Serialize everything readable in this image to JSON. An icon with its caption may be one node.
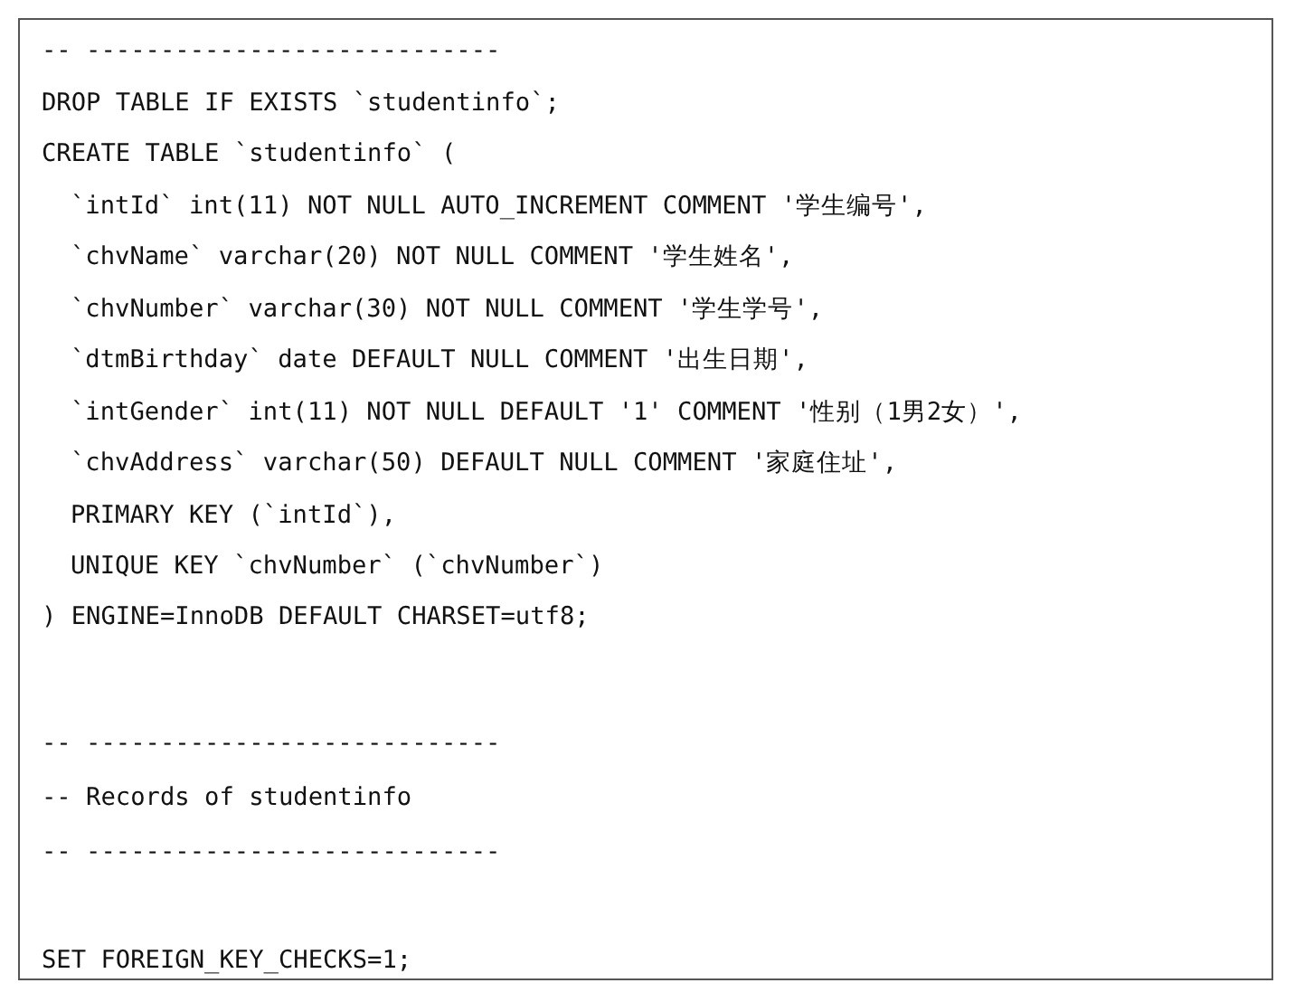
{
  "diagram": {
    "labels": [
      "-- ----------------------------",
      "DROP TABLE IF EXISTS `studentinfo`;",
      "CREATE TABLE `studentinfo` (",
      "`intId` int(11) NOT NULL AUTO_INCREMENT COMMENT '学生编号',",
      "`chvName` varchar(20) NOT NULL COMMENT '学生姓名',",
      "`chvNumber` varchar(30) NOT NULL COMMENT '学生学号',",
      "`dtmBirthday` date DEFAULT NULL COMMENT '出生日期',",
      "`intGender` int(11) NOT NULL DEFAULT '1' COMMENT '性别（1男2女）',",
      "`chvAddress` varchar(50) DEFAULT NULL COMMENT '家庭住址',",
      "PRIMARY KEY (`intId`),",
      "UNIQUE KEY `chvNumber` (`chvNumber`)",
      ") ENGINE=InnoDB DEFAULT CHARSET=utf8;",
      "-- ----------------------------",
      "-- Records of studentinfo",
      "-- ----------------------------",
      "SET FOREIGN_KEY_CHECKS=1;"
    ]
  }
}
